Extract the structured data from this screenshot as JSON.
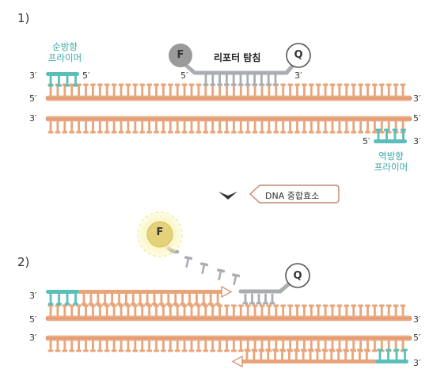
{
  "steps": {
    "one": "1)",
    "two": "2)"
  },
  "primes": {
    "three": "3′",
    "five": "5′"
  },
  "forward_primer": {
    "line1": "순방향",
    "line2": "프라이머"
  },
  "reverse_primer": {
    "line1": "역방향",
    "line2": "프라이머"
  },
  "probe_label": "리포터 탐침",
  "fluorophore": "F",
  "quencher": "Q",
  "enzyme_label": "DNA 중합효소",
  "colors": {
    "strand": "#e8a57a",
    "strand_dark": "#d7865a",
    "primer": "#5bbfb9",
    "probe": "#a9adb2",
    "fluor_gray": "#9a9a9a",
    "fluor_yellow": "#e4d27b",
    "glow": "#f2ec8c",
    "enzyme_arrow": "#c8866a",
    "chevron": "#333333"
  }
}
